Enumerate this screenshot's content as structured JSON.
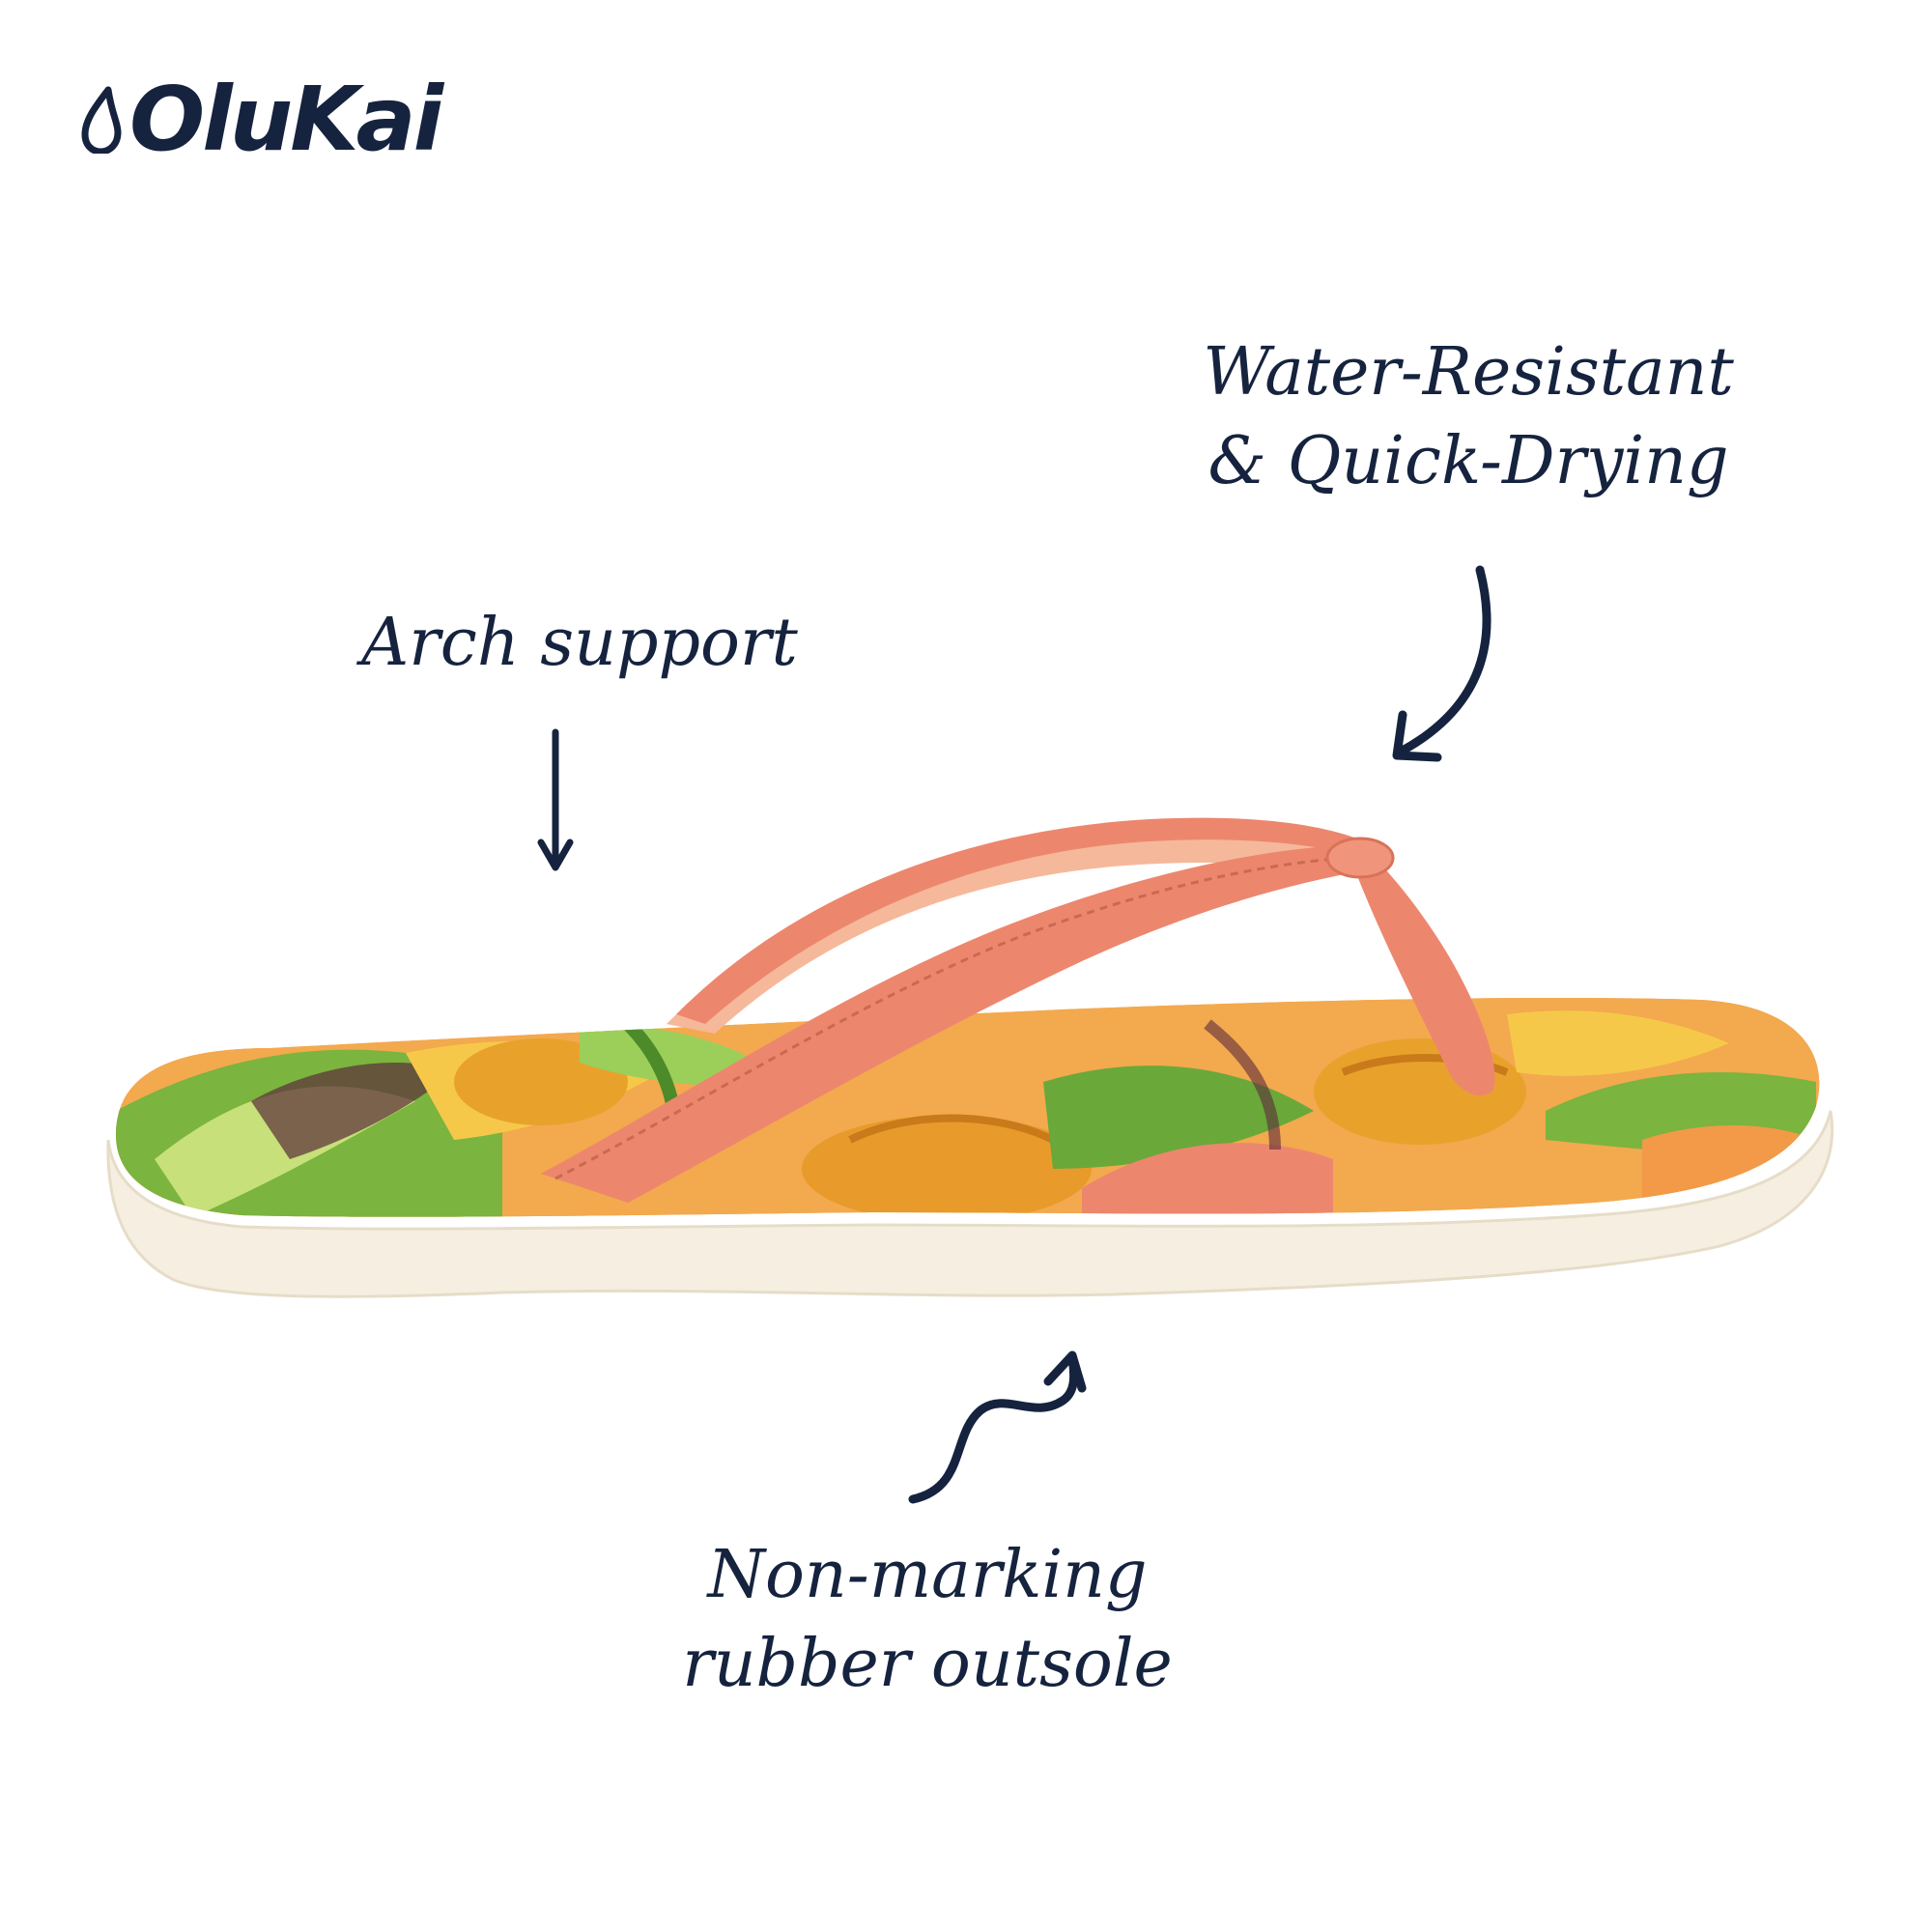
{
  "brand": {
    "name": "OluKai"
  },
  "colors": {
    "navy": "#15233f",
    "strap": "#ec876e",
    "sole": "#f6efe1",
    "footbed_orange": "#f0a046",
    "leaf_green": "#7bb43e"
  },
  "callouts": {
    "water": [
      "Water-Resistant",
      "& Quick-Drying"
    ],
    "arch": "Arch support",
    "outsole": [
      "Non-marking",
      "rubber outsole"
    ]
  }
}
